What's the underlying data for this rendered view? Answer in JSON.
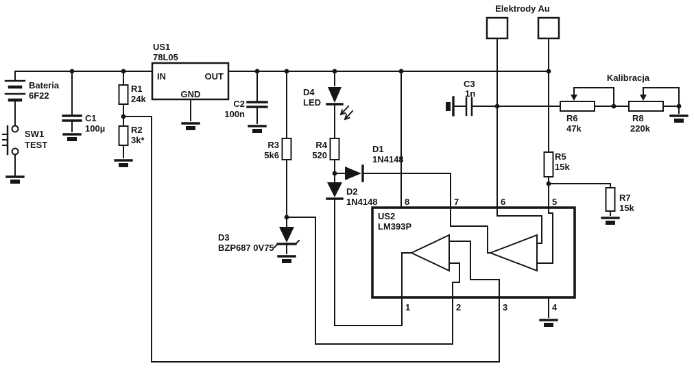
{
  "diagram": {
    "battery": {
      "name": "Bateria",
      "value": "6F22"
    },
    "switch": {
      "name": "SW1",
      "value": "TEST"
    },
    "c1": {
      "name": "C1",
      "value": "100µ"
    },
    "r1": {
      "name": "R1",
      "value": "24k"
    },
    "r2": {
      "name": "R2",
      "value": "3k*"
    },
    "us1": {
      "name": "US1",
      "value": "78L05",
      "pin_in": "IN",
      "pin_out": "OUT",
      "pin_gnd": "GND"
    },
    "c2": {
      "name": "C2",
      "value": "100n"
    },
    "r3": {
      "name": "R3",
      "value": "5k6"
    },
    "d4": {
      "name": "D4",
      "value": "LED"
    },
    "r4": {
      "name": "R4",
      "value": "520"
    },
    "d1": {
      "name": "D1",
      "value": "1N4148"
    },
    "d2": {
      "name": "D2",
      "value": "1N4148"
    },
    "d3": {
      "name": "D3",
      "value": "BZP687 0V75"
    },
    "us2": {
      "name": "US2",
      "value": "LM393P",
      "pins": {
        "p1": "1",
        "p2": "2",
        "p3": "3",
        "p4": "4",
        "p5": "5",
        "p6": "6",
        "p7": "7",
        "p8": "8"
      }
    },
    "c3": {
      "name": "C3",
      "value": "1n"
    },
    "r5": {
      "name": "R5",
      "value": "15k"
    },
    "r6": {
      "name": "R6",
      "value": "47k"
    },
    "r7": {
      "name": "R7",
      "value": "15k"
    },
    "r8": {
      "name": "R8",
      "value": "220k"
    },
    "electrodes_label": "Elektrody Au",
    "calibration_label": "Kalibracja",
    "colors": {
      "ink": "#161616",
      "paper": "#ffffff"
    }
  }
}
